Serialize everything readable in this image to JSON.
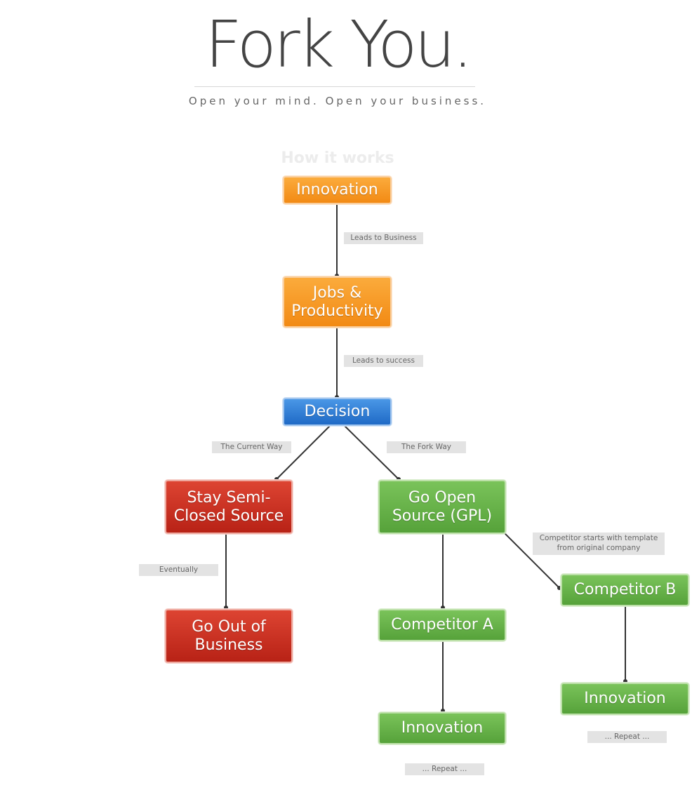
{
  "header": {
    "title": "Fork You.",
    "subtitle": "Open your mind. Open your business.",
    "section_heading": "How it works"
  },
  "nodes": {
    "innovation_top": "Innovation",
    "jobs": "Jobs &\nProductivity",
    "decision": "Decision",
    "stay_closed": "Stay Semi-\nClosed Source",
    "go_open": "Go Open\nSource (GPL)",
    "out_of_business": "Go Out of\nBusiness",
    "competitor_a": "Competitor A",
    "competitor_b": "Competitor B",
    "innovation_a": "Innovation",
    "innovation_b": "Innovation"
  },
  "edge_labels": {
    "leads_business": "Leads to Business",
    "leads_success": "Leads to success",
    "current_way": "The Current Way",
    "fork_way": "The Fork Way",
    "eventually": "Eventually",
    "competitor_template": "Competitor starts with template\nfrom original company",
    "repeat_a": "... Repeat ...",
    "repeat_b": "... Repeat ..."
  },
  "colors": {
    "start": "#f28a14",
    "decision": "#1f6ac6",
    "closed_path": "#b82216",
    "open_path": "#56a23a"
  }
}
